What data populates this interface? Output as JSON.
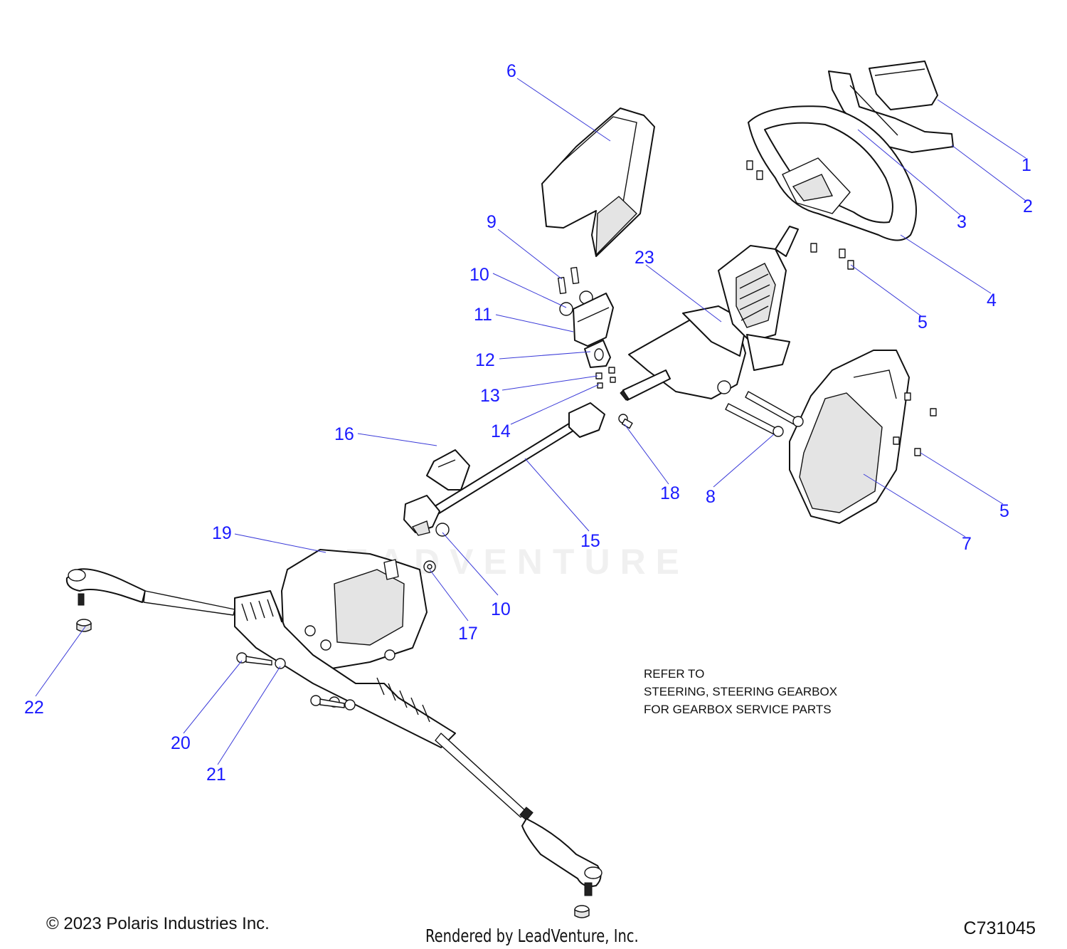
{
  "diagram": {
    "callouts": {
      "c1": "1",
      "c2": "2",
      "c3": "3",
      "c4": "4",
      "c5a": "5",
      "c5b": "5",
      "c6": "6",
      "c7": "7",
      "c8": "8",
      "c9": "9",
      "c10a": "10",
      "c10b": "10",
      "c11": "11",
      "c12": "12",
      "c13": "13",
      "c14": "14",
      "c15": "15",
      "c16": "16",
      "c17": "17",
      "c18": "18",
      "c19": "19",
      "c20": "20",
      "c21": "21",
      "c22": "22",
      "c23": "23"
    },
    "note_lines": [
      "REFER TO",
      "STEERING, STEERING GEARBOX",
      "FOR GEARBOX SERVICE PARTS"
    ],
    "watermark": "LEADVENTURE",
    "footer": {
      "copyright": "© 2023 Polaris Industries Inc.",
      "rendered_by": "Rendered by LeadVenture, Inc.",
      "diagram_code": "C731045"
    }
  }
}
